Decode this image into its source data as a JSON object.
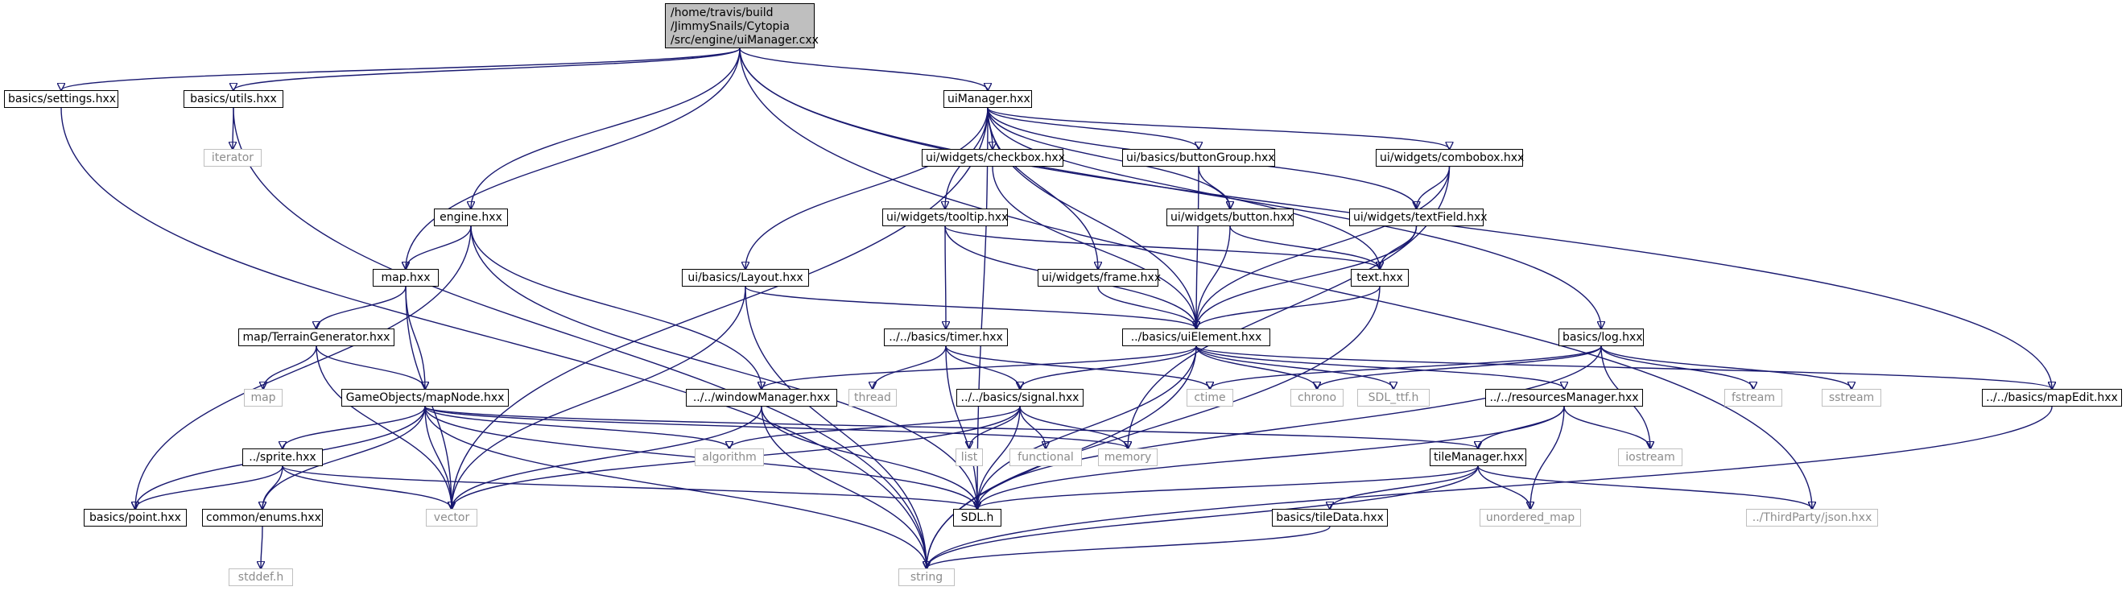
{
  "root": {
    "lines": [
      "/home/travis/build",
      "/JimmySnails/Cytopia",
      "/src/engine/uiManager.cxx"
    ]
  },
  "nodes": {
    "settings": "basics/settings.hxx",
    "utils": "basics/utils.hxx",
    "iterator": "iterator",
    "uiManager_hxx": "uiManager.hxx",
    "engine": "engine.hxx",
    "checkbox": "ui/widgets/checkbox.hxx",
    "buttonGroup": "ui/basics/buttonGroup.hxx",
    "combobox": "ui/widgets/combobox.hxx",
    "tooltip": "ui/widgets/tooltip.hxx",
    "button": "ui/widgets/button.hxx",
    "textField": "ui/widgets/textField.hxx",
    "map": "map.hxx",
    "layout": "ui/basics/Layout.hxx",
    "frame": "ui/widgets/frame.hxx",
    "text": "text.hxx",
    "terrainGen": "map/TerrainGenerator.hxx",
    "timer": "../../basics/timer.hxx",
    "uiElement": "../basics/uiElement.hxx",
    "log": "basics/log.hxx",
    "map_std": "map",
    "thread": "thread",
    "ctime": "ctime",
    "chrono": "chrono",
    "sdl_ttf": "SDL_ttf.h",
    "fstream": "fstream",
    "sstream": "sstream",
    "mapNode": "GameObjects/mapNode.hxx",
    "windowManager": "../../windowManager.hxx",
    "signal": "../../basics/signal.hxx",
    "resourcesManager": "../../resourcesManager.hxx",
    "mapEdit": "../../basics/mapEdit.hxx",
    "sprite": "../sprite.hxx",
    "algorithm": "algorithm",
    "list": "list",
    "functional": "functional",
    "memory": "memory",
    "tileManager": "tileManager.hxx",
    "iostream": "iostream",
    "point": "basics/point.hxx",
    "enums": "common/enums.hxx",
    "vector": "vector",
    "sdl": "SDL.h",
    "unordered_map": "unordered_map",
    "json": "../ThirdParty/json.hxx",
    "tileData": "basics/tileData.hxx",
    "stddef": "stddef.h",
    "string": "string"
  },
  "colors": {
    "edge": "#191970",
    "node_border": "#000000",
    "external_border": "#bfbfbf",
    "external_text": "#8c8c8c",
    "root_fill": "#bfbfbf"
  }
}
